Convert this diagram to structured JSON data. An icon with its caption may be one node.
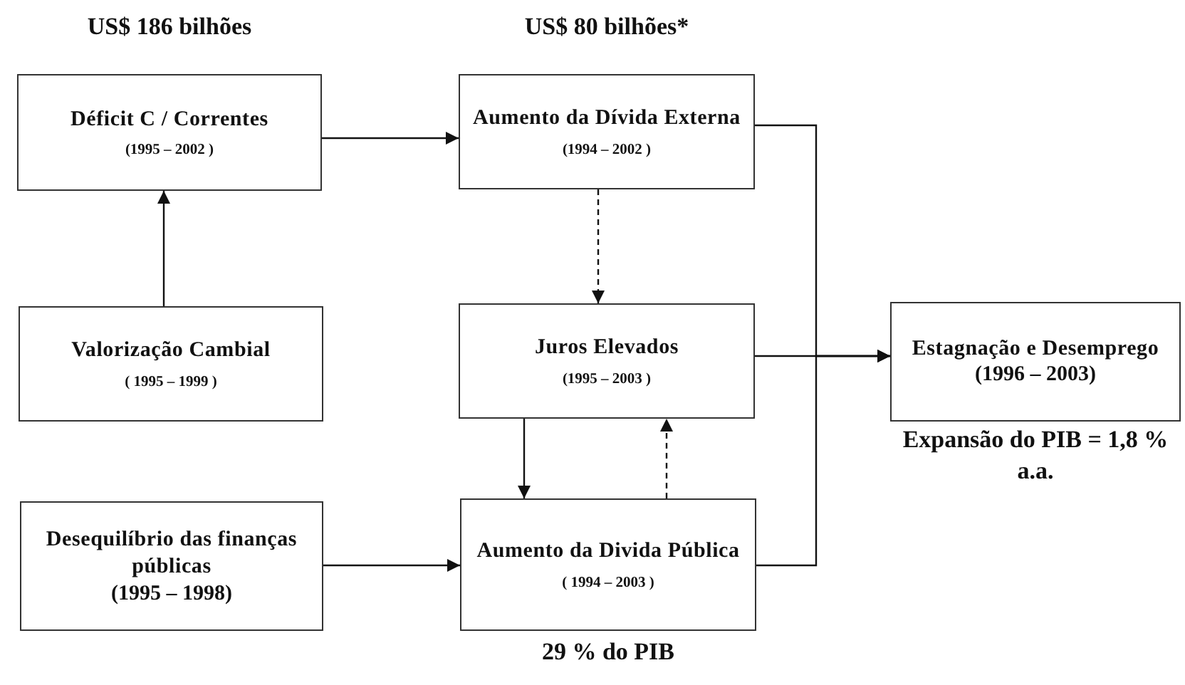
{
  "diagram": {
    "nodes": [
      {
        "text": [
          "Déficit C / Correntes",
          "(1995 – 2002 )"
        ],
        "beside": [
          "US$ 186 bilhões"
        ]
      },
      {
        "text": [
          "Aumento da Dívida Externa",
          "(1994 – 2002 )"
        ],
        "beside": [
          "US$ 80 bilhões*"
        ]
      },
      {
        "text": [
          "Valorização Cambial",
          "( 1995 – 1999 )"
        ]
      },
      {
        "text": [
          "Juros Elevados",
          "(1995 – 2003 )"
        ]
      },
      {
        "text": [
          "Estagnação e Desemprego",
          "(1996 – 2003)"
        ],
        "beside": [
          "Expansão do PIB = 1,8 % a.a."
        ]
      },
      {
        "text": [
          "Desequilíbrio das finanças públicas",
          "(1995 – 1998)"
        ]
      },
      {
        "text": [
          "Aumento da Divida Pública",
          "( 1994 – 2003 )"
        ],
        "beside": [
          "29 % do PIB"
        ]
      }
    ],
    "edges": [
      {
        "from": 0,
        "to": 1,
        "arrow": "to"
      },
      {
        "from": 2,
        "to": 0,
        "arrow": "to"
      },
      {
        "from": 1,
        "to": 3,
        "arrow": "to",
        "style": "dashed"
      },
      {
        "from": 3,
        "to": 6,
        "arrow": "to"
      },
      {
        "from": 6,
        "to": 3,
        "arrow": "to",
        "style": "dashed"
      },
      {
        "from": 5,
        "to": 6,
        "arrow": "to"
      },
      {
        "from": 1,
        "to": 4,
        "arrow": "to"
      },
      {
        "from": 3,
        "to": 4,
        "arrow": "to"
      },
      {
        "from": 6,
        "to": 4,
        "arrow": "to"
      }
    ]
  }
}
